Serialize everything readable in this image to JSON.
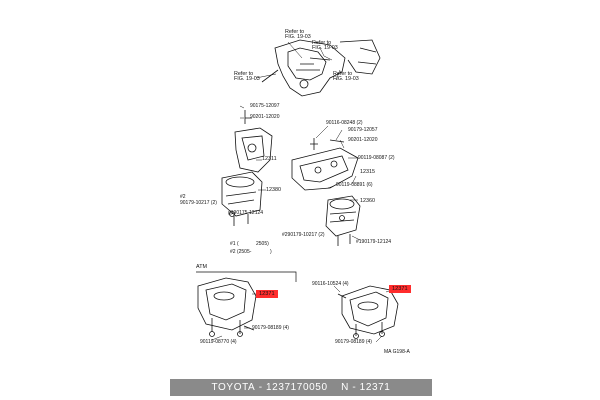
{
  "refs": {
    "ref1": "Refer to\nFIG. 19-03",
    "ref2": "Refer to\nFIG. 19-03",
    "ref3": "Refer to\nFIG. 19-03",
    "ref4": "Refer to\nFIG. 19-03"
  },
  "parts": {
    "p1": "90175-12097",
    "p2": "90201-12020",
    "p3": "12311",
    "p4": "12380",
    "p5": "#2",
    "p6": "90179-10217 (2)",
    "p7": "#190175-12124",
    "p8": "90116-08248 (2)",
    "p9": "90179-12057",
    "p10": "90201-12020",
    "p11": "90119-08087 (2)",
    "p12": "12315",
    "p13": "90119-08891 (6)",
    "p14": "12360",
    "p15": "#290179-10217 (2)",
    "p16": "#190179-12124",
    "p17": "#1 (",
    "p18": "2505)",
    "p19": "#2 (2505-",
    "p20": ")",
    "p21": "ATM",
    "p22": "90116-10524 (4)",
    "p23": "90179-08189 (4)",
    "p24": "90119-08770 (4)",
    "p25": "90179-08189 (4)",
    "p26": "MA G198-A"
  },
  "highlight_label": "12371",
  "highlight_label2": "12371",
  "highlight_color": "#ff2d2d",
  "footer": {
    "brand": "TOYOTA",
    "sep1": " - ",
    "part_number": "1237170050",
    "sep2": "    N - ",
    "code": "12371"
  }
}
